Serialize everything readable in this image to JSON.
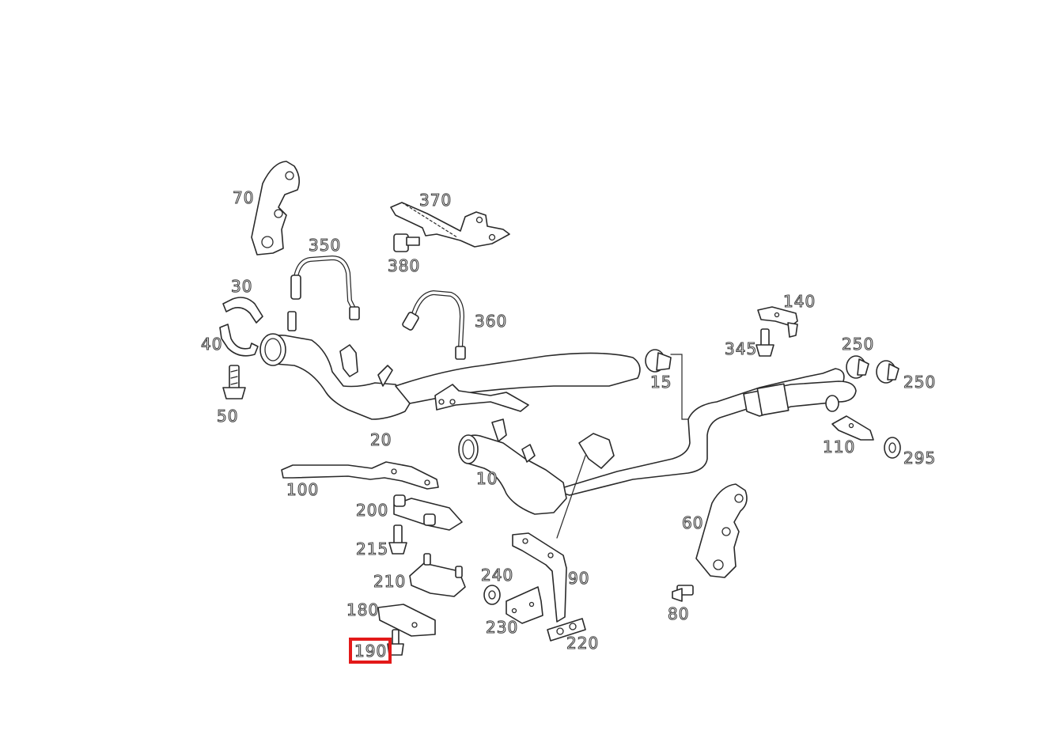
{
  "diagram": {
    "highlight_color": "#e31919",
    "highlighted_part": "190",
    "labels": {
      "p10": "10",
      "p15": "15",
      "p20": "20",
      "p30": "30",
      "p40": "40",
      "p50": "50",
      "p60": "60",
      "p70": "70",
      "p80": "80",
      "p90": "90",
      "p100": "100",
      "p110": "110",
      "p140": "140",
      "p180": "180",
      "p190": "190",
      "p200": "200",
      "p210": "210",
      "p215": "215",
      "p220": "220",
      "p230": "230",
      "p240": "240",
      "p250a": "250",
      "p250b": "250",
      "p295": "295",
      "p345": "345",
      "p350": "350",
      "p360": "360",
      "p370": "370",
      "p380": "380"
    }
  }
}
